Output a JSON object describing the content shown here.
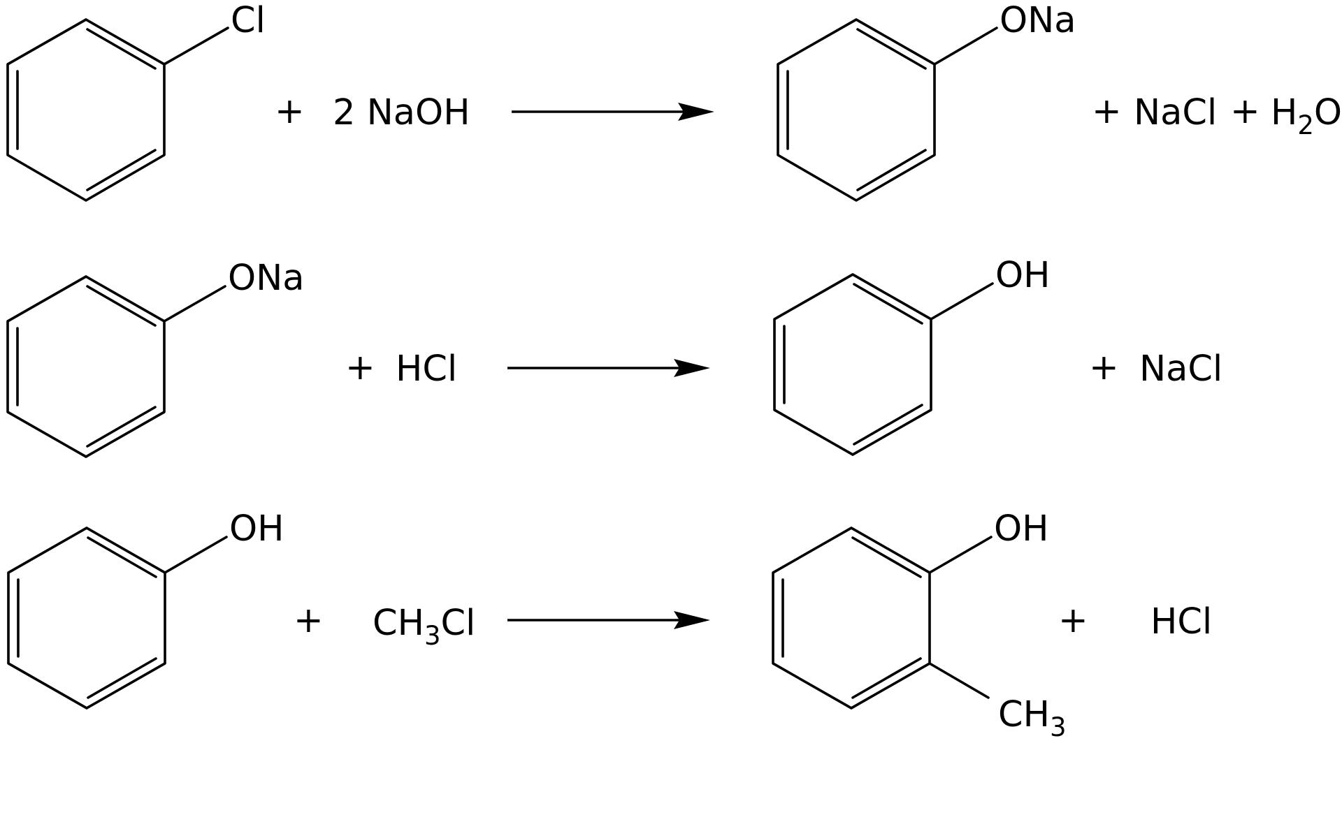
{
  "reactions": [
    {
      "reactant_substituent": "Cl",
      "plus_1": "+",
      "reagent": "2 NaOH",
      "product_substituent": "ONa",
      "byproducts": {
        "plus_1": "+",
        "item_1": "NaCl",
        "plus_2": "+",
        "item_2_main": "H",
        "item_2_sub": "2",
        "item_2_tail": "O"
      }
    },
    {
      "reactant_substituent": "ONa",
      "plus_1": "+",
      "reagent": "HCl",
      "product_substituent": "OH",
      "byproducts": {
        "plus_1": "+",
        "item_1": "NaCl"
      }
    },
    {
      "reactant_substituent": "OH",
      "plus_1": "+",
      "reagent_main": "CH",
      "reagent_sub": "3",
      "reagent_tail": "Cl",
      "product_substituent": "OH",
      "product_substituent_2_main": "CH",
      "product_substituent_2_sub": "3",
      "byproducts": {
        "plus_1": "+",
        "item_1": "HCl"
      }
    }
  ],
  "colors": {
    "ink": "#000000",
    "background": "#ffffff"
  }
}
